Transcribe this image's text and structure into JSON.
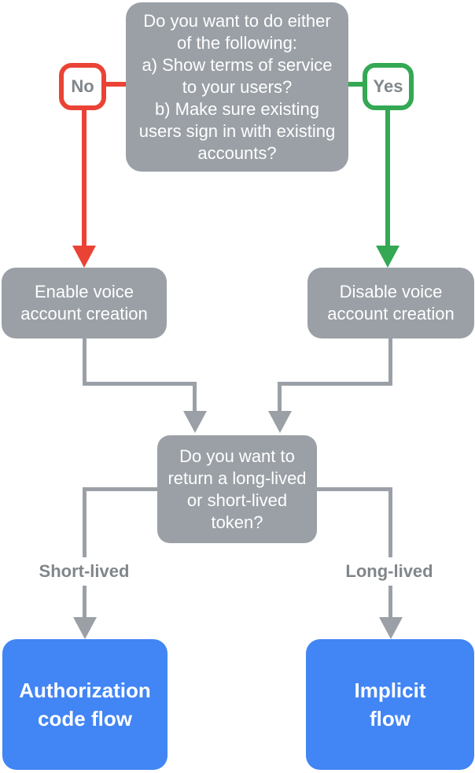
{
  "diagram": {
    "type": "decision-flowchart",
    "nodes": {
      "question1": {
        "text": "Do you want to do either\nof the following:\na) Show terms of service\nto your users?\nb) Make sure existing\nusers sign in with existing\naccounts?"
      },
      "no_badge": {
        "label": "No"
      },
      "yes_badge": {
        "label": "Yes"
      },
      "enable_box": {
        "text": "Enable voice\naccount creation"
      },
      "disable_box": {
        "text": "Disable voice\naccount creation"
      },
      "question2": {
        "text": "Do you want to\nreturn a long-lived\nor short-lived\ntoken?"
      },
      "short_label": {
        "label": "Short-lived"
      },
      "long_label": {
        "label": "Long-lived"
      },
      "auth_flow": {
        "text": "Authorization\ncode flow"
      },
      "implicit_flow": {
        "text": "Implicit\nflow"
      }
    },
    "edges": [
      {
        "from": "question1",
        "to": "enable_box",
        "via": "No",
        "color_key": "red"
      },
      {
        "from": "question1",
        "to": "disable_box",
        "via": "Yes",
        "color_key": "green"
      },
      {
        "from": "enable_box",
        "to": "question2",
        "color_key": "gray"
      },
      {
        "from": "disable_box",
        "to": "question2",
        "color_key": "gray"
      },
      {
        "from": "question2",
        "to": "auth_flow",
        "via": "Short-lived",
        "color_key": "gray"
      },
      {
        "from": "question2",
        "to": "implicit_flow",
        "via": "Long-lived",
        "color_key": "gray"
      }
    ],
    "colors": {
      "gray": "#9AA0A6",
      "graytext": "#80868B",
      "red": "#EA4335",
      "green": "#34A853",
      "blue": "#4285F4",
      "node_text": "#FFFFFF"
    }
  }
}
